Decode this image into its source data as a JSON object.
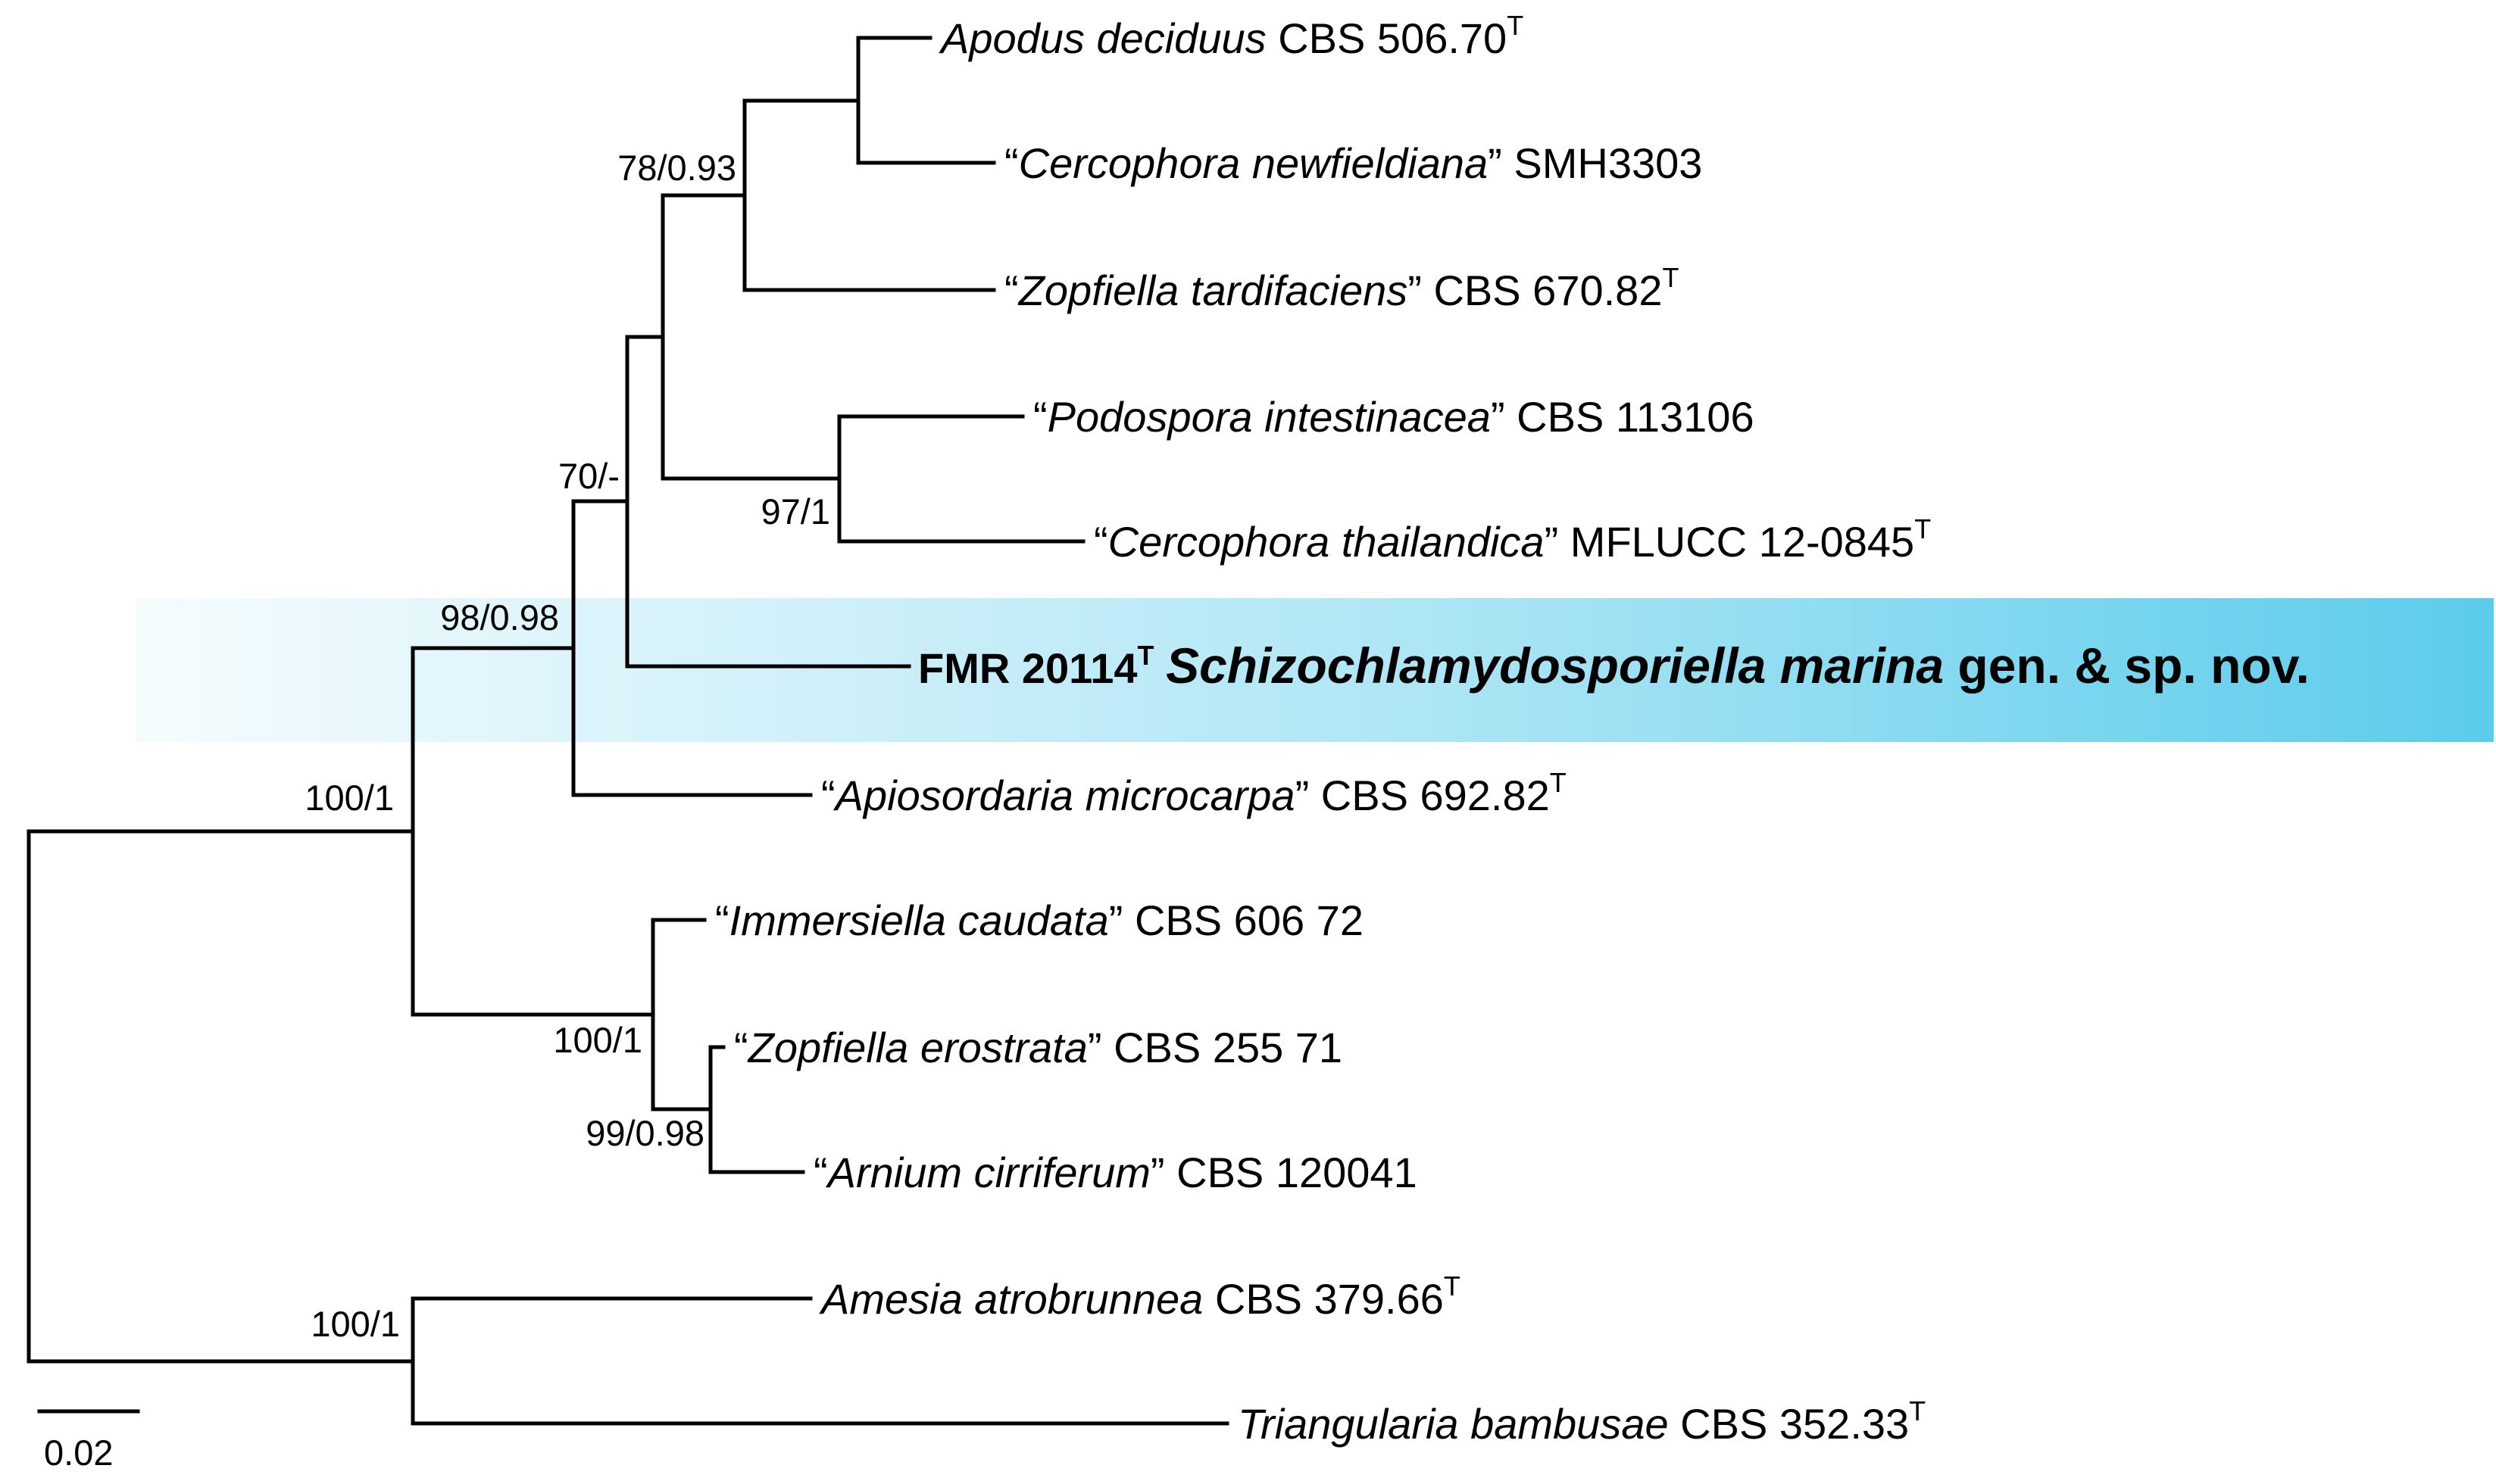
{
  "highlight_color": "#5bcceb",
  "tree": {
    "taxa": [
      {
        "key": "apodus",
        "open_quote": "",
        "name": "Apodus deciduus",
        "close_quote": "",
        "strain": " CBS 506.70",
        "type_mark": "T"
      },
      {
        "key": "cnewfield",
        "open_quote": "“",
        "name": "Cercophora newfieldiana",
        "close_quote": "”",
        "strain": " SMH3303",
        "type_mark": ""
      },
      {
        "key": "ztardi",
        "open_quote": "“",
        "name": "Zopfiella tardifaciens",
        "close_quote": "”",
        "strain": " CBS 670.82",
        "type_mark": "T"
      },
      {
        "key": "pintest",
        "open_quote": "“",
        "name": "Podospora intestinacea",
        "close_quote": "”",
        "strain": " CBS 113106",
        "type_mark": ""
      },
      {
        "key": "cthai",
        "open_quote": "“",
        "name": "Cercophora thailandica",
        "close_quote": "”",
        "strain": " MFLUCC 12-0845",
        "type_mark": "T"
      },
      {
        "key": "amicro",
        "open_quote": "“",
        "name": "Apiosordaria microcarpa",
        "close_quote": "”",
        "strain": " CBS 692.82",
        "type_mark": "T"
      },
      {
        "key": "icaud",
        "open_quote": "“",
        "name": "Immersiella caudata",
        "close_quote": "”",
        "strain": " CBS 606 72",
        "type_mark": ""
      },
      {
        "key": "zero",
        "open_quote": "“",
        "name": "Zopfiella erostrata",
        "close_quote": "”",
        "strain": " CBS 255 71",
        "type_mark": ""
      },
      {
        "key": "acirri",
        "open_quote": "“",
        "name": "Arnium cirriferum",
        "close_quote": "”",
        "strain": " CBS 120041",
        "type_mark": ""
      },
      {
        "key": "amesia",
        "open_quote": "",
        "name": "Amesia atrobrunnea",
        "close_quote": "",
        "strain": " CBS 379.66",
        "type_mark": "T"
      },
      {
        "key": "tbamb",
        "open_quote": "",
        "name": "Triangularia bambusae",
        "close_quote": "",
        "strain": " CBS 352.33",
        "type_mark": "T"
      }
    ],
    "new_taxon": {
      "strain": "FMR 20114",
      "type_mark": "T",
      "name": "Schizochlamydosporiella marina",
      "status": " gen. & sp. nov."
    },
    "support": {
      "n_apodus_cnew": "",
      "n_78": "78/0.93",
      "n_97": "97/1",
      "n_inner": "",
      "n_70": "70/-",
      "n_98": "98/0.98",
      "n_100a": "100/1",
      "n_99": "99/0.98",
      "n_100b": "100/1",
      "n_100c": "100/1",
      "n_root": ""
    },
    "scale_label": "0.02"
  }
}
